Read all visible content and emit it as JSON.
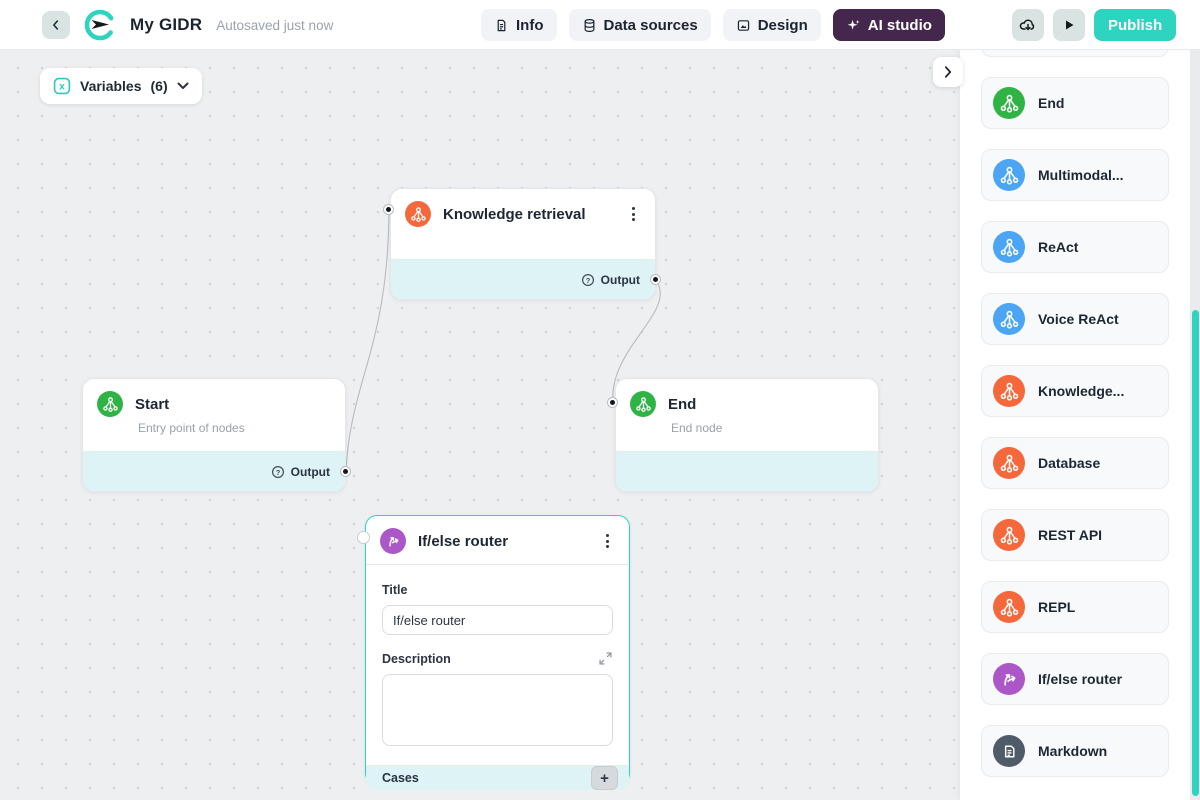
{
  "header": {
    "app_title": "My GIDR",
    "autosave_status": "Autosaved just now",
    "tabs": [
      {
        "label": "Info",
        "icon": "document-icon",
        "active": false
      },
      {
        "label": "Data sources",
        "icon": "database-icon",
        "active": false
      },
      {
        "label": "Design",
        "icon": "image-icon",
        "active": false
      },
      {
        "label": "AI studio",
        "icon": "sparkles-icon",
        "active": true
      }
    ],
    "publish_label": "Publish"
  },
  "canvas": {
    "variables_button": {
      "label": "Variables",
      "count": "(6)"
    },
    "nodes": {
      "knowledge": {
        "title": "Knowledge retrieval",
        "output_label": "Output",
        "color": "#f4683c",
        "icon": "network-icon"
      },
      "start": {
        "title": "Start",
        "subtitle": "Entry point of nodes",
        "output_label": "Output",
        "color": "#2fb344",
        "icon": "network-icon"
      },
      "end": {
        "title": "End",
        "subtitle": "End node",
        "color": "#2fb344",
        "icon": "network-icon"
      },
      "ifelse": {
        "title": "If/else router",
        "title_label": "Title",
        "title_value": "If/else router",
        "description_label": "Description",
        "description_value": "",
        "cases_label": "Cases",
        "add_case_label": "+",
        "color": "#ab57c8",
        "icon": "branch-icon"
      }
    }
  },
  "sidebar": {
    "items": [
      {
        "label": "End",
        "color": "#2fb344",
        "icon": "network-icon"
      },
      {
        "label": "Multimodal...",
        "color": "#4ba4f4",
        "icon": "network-icon"
      },
      {
        "label": "ReAct",
        "color": "#4ba4f4",
        "icon": "network-icon"
      },
      {
        "label": "Voice ReAct",
        "color": "#4ba4f4",
        "icon": "network-icon"
      },
      {
        "label": "Knowledge...",
        "color": "#f4683c",
        "icon": "network-icon"
      },
      {
        "label": "Database",
        "color": "#f4683c",
        "icon": "network-icon"
      },
      {
        "label": "REST API",
        "color": "#f4683c",
        "icon": "network-icon"
      },
      {
        "label": "REPL",
        "color": "#f4683c",
        "icon": "network-icon"
      },
      {
        "label": "If/else router",
        "color": "#ab57c8",
        "icon": "branch-icon"
      },
      {
        "label": "Markdown",
        "color": "#505b69",
        "icon": "markdown-icon"
      }
    ]
  },
  "colors": {
    "accent_teal": "#2fd4c1",
    "ai_studio_purple": "#45274e",
    "footer_cyan": "#ddf3f6",
    "node_orange": "#f4683c",
    "node_green": "#2fb344",
    "node_blue": "#4ba4f4",
    "node_purple": "#ab57c8",
    "node_slate": "#505b69"
  }
}
